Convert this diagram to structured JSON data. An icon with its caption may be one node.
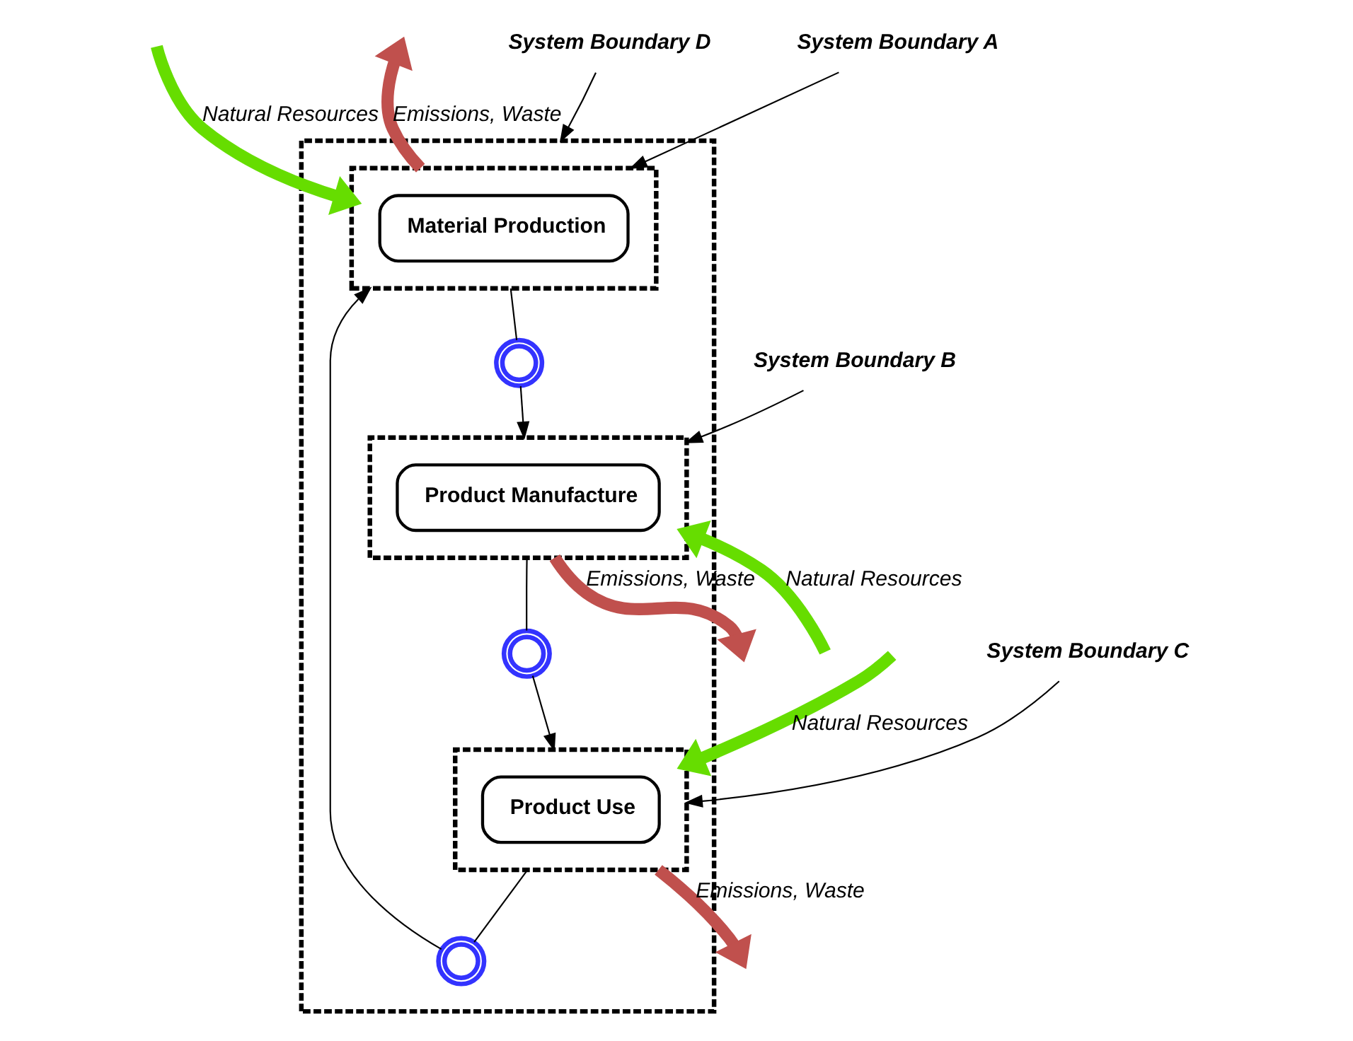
{
  "diagram": {
    "nodes": [
      {
        "text": [],
        "shape": "box"
      },
      {
        "text": [],
        "shape": "box",
        "in": 0
      },
      {
        "text": [
          "Material Production"
        ],
        "in": 1
      },
      {
        "text": [],
        "shape": "box",
        "in": 0
      },
      {
        "text": [
          "Product Manufacture"
        ],
        "in": 3
      },
      {
        "text": [],
        "shape": "box",
        "in": 0
      },
      {
        "text": [
          "Product Use"
        ],
        "in": 5
      },
      {
        "text": [
          "System Boundary D"
        ]
      },
      {
        "text": [
          "System Boundary A"
        ]
      },
      {
        "text": [
          "System Boundary B"
        ]
      },
      {
        "text": [
          "System Boundary C"
        ]
      },
      {
        "text": [],
        "shape": "circle",
        "in": 0
      },
      {
        "text": [],
        "shape": "circle",
        "in": 0
      },
      {
        "text": [],
        "shape": "circle",
        "in": 0
      }
    ],
    "edges": [
      {
        "from": null,
        "to": 1,
        "arrow": "to",
        "label": "Natural Resources",
        "style": "thick",
        "color": "#66dd00"
      },
      {
        "from": 1,
        "to": null,
        "arrow": "to",
        "label": "Emissions, Waste",
        "style": "thick",
        "color": "#c0504d"
      },
      {
        "from": 7,
        "to": 0,
        "arrow": "to"
      },
      {
        "from": 8,
        "to": 1,
        "arrow": "to"
      },
      {
        "from": 1,
        "to": 12,
        "arrow": "none"
      },
      {
        "from": 12,
        "to": 3,
        "arrow": "to"
      },
      {
        "from": 5,
        "to": 11,
        "arrow": "none"
      },
      {
        "from": 11,
        "to": 1,
        "arrow": "to"
      },
      {
        "from": 9,
        "to": 3,
        "arrow": "to"
      },
      {
        "from": 10,
        "to": 5,
        "arrow": "to"
      },
      {
        "from": 3,
        "to": 13,
        "arrow": "none"
      },
      {
        "from": 13,
        "to": 5,
        "arrow": "to"
      },
      {
        "from": null,
        "to": 5,
        "arrow": "to",
        "label": "Natural Resources",
        "style": "thick",
        "color": "#66dd00"
      },
      {
        "from": 5,
        "to": null,
        "arrow": "to",
        "label": "Emissions, Waste",
        "style": "thick",
        "color": "#c0504d"
      },
      {
        "from": 3,
        "to": null,
        "arrow": "to",
        "label": "Emissions, Waste",
        "style": "thick",
        "color": "#c0504d"
      },
      {
        "from": null,
        "to": 3,
        "arrow": "to",
        "label": "Natural Resources",
        "style": "thick",
        "color": "#66dd00"
      }
    ]
  }
}
